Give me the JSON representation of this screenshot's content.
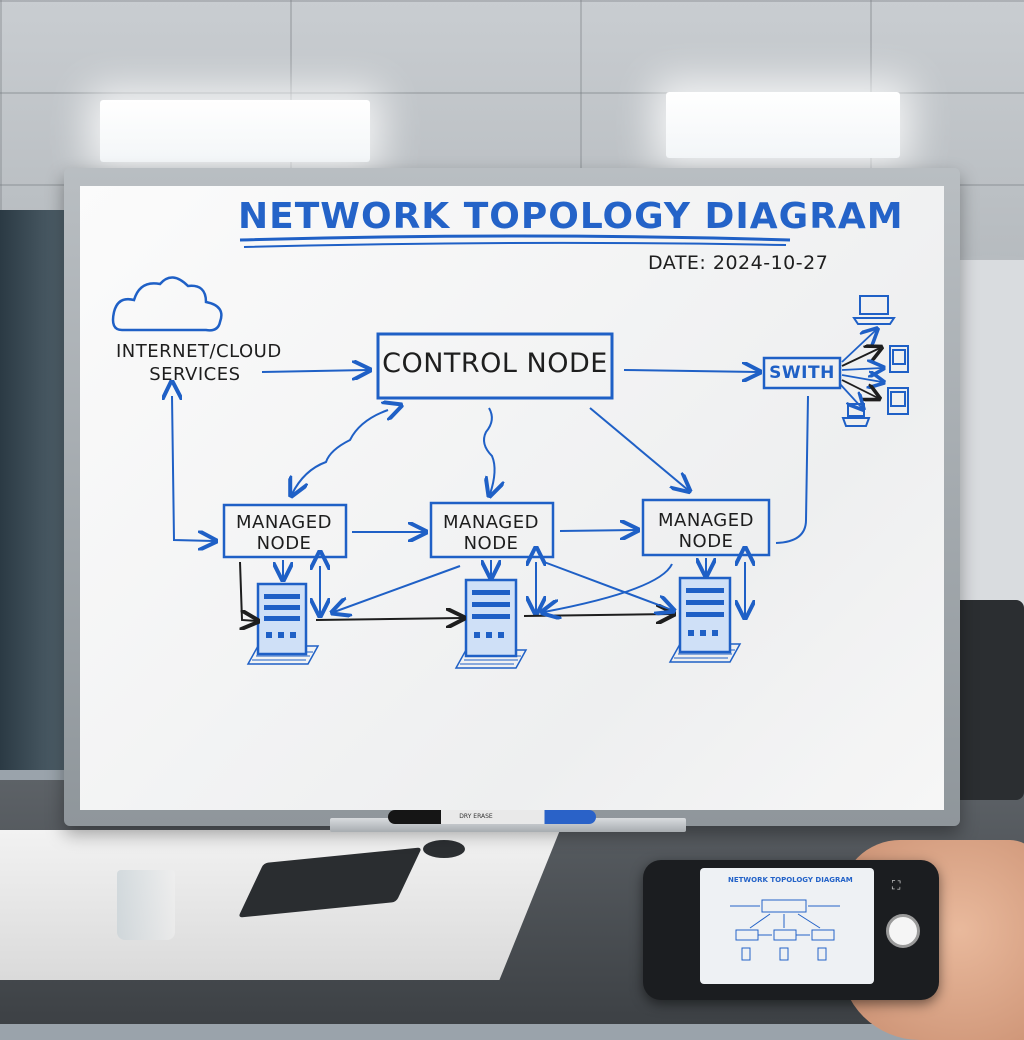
{
  "whiteboard": {
    "title": "NETWORK TOPOLOGY DIAGRAM",
    "date": "DATE: 2024-10-27",
    "internet": {
      "line1": "INTERNET/CLOUD",
      "line2": "SERVICES"
    },
    "control_node": "CONTROL NODE",
    "switch": "SWITH",
    "managed_nodes": [
      {
        "line1": "MANAGED",
        "line2": "NODE"
      },
      {
        "line1": "MANAGED",
        "line2": "NODE"
      },
      {
        "line1": "MANAGED",
        "line2": "NODE"
      }
    ]
  },
  "marker_label": "DRY ERASE",
  "phone": {
    "preview_title": "NETWORK TOPOLOGY DIAGRAM"
  },
  "colors": {
    "ink_blue": "#1f60c6",
    "ink_black": "#1e1e1e",
    "board": "#f7f7f7"
  }
}
